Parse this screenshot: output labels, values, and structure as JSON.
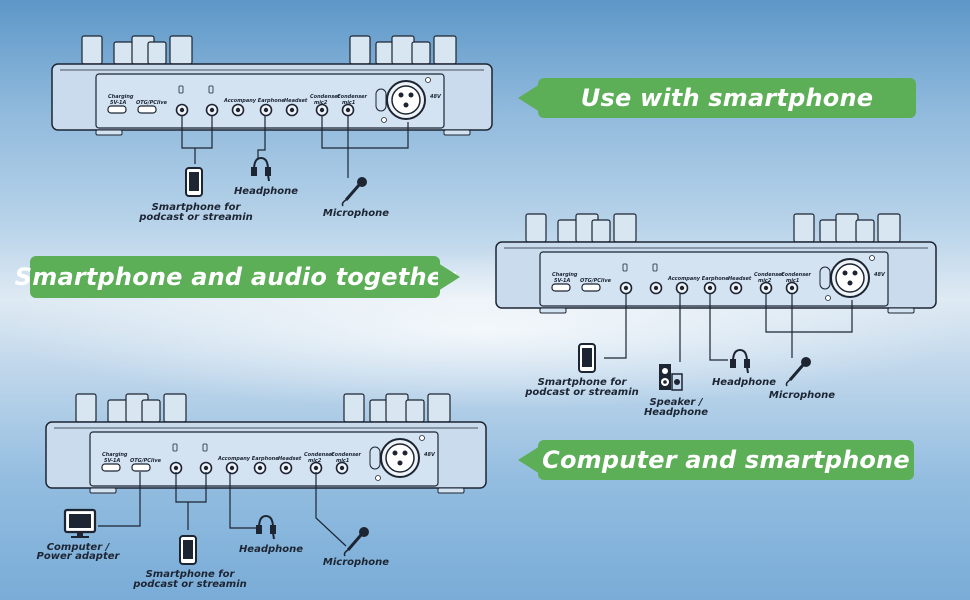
{
  "banners": {
    "use_with_smartphone": "Use with smartphone",
    "smartphone_audio_together": "Smartphone and audio together",
    "computer_and_smartphone": "Computer and smartphone"
  },
  "panel_labels": {
    "charging": "Charging",
    "charging_spec": "5V-1A",
    "otg": "OTG/PClive",
    "accompany": "Accompany Earphone",
    "headset": "Headset",
    "condenser": "Condenser",
    "mic2": "mic2",
    "mic1": "mic1",
    "phantom": "48V"
  },
  "devices": {
    "smartphone_line1": "Smartphone for",
    "smartphone_line2": "podcast or streamin",
    "headphone": "Headphone",
    "microphone": "Microphone",
    "speaker_line1": "Speaker /",
    "speaker_line2": "Headphone",
    "computer_line1": "Computer /",
    "computer_line2": "Power adapter"
  },
  "colors": {
    "banner_green": "#5cae57",
    "line": "#1d2533"
  }
}
